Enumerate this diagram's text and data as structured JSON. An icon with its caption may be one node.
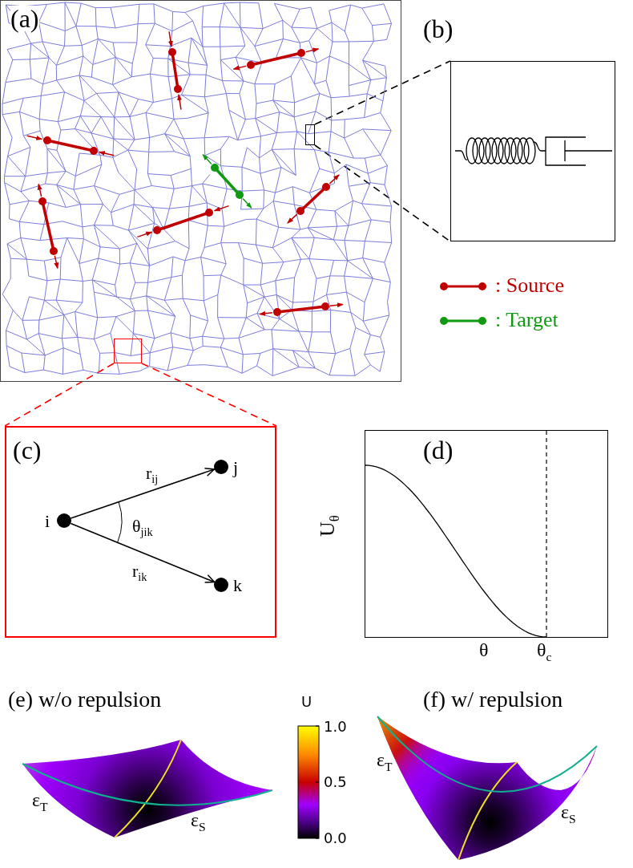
{
  "diagram": {
    "nodes": [
      {
        "text": [
          "(a)"
        ]
      },
      {
        "text": [],
        "shape": "box",
        "in": 0
      },
      {
        "text": [],
        "shape": "box",
        "in": 0
      },
      {
        "text": [
          "(b)"
        ]
      },
      {
        "text": [
          "(c)"
        ]
      },
      {
        "text": [],
        "shape": "circle",
        "beside": [
          "i"
        ],
        "in": 4
      },
      {
        "text": [],
        "shape": "circle",
        "beside": [
          "j"
        ],
        "in": 4
      },
      {
        "text": [],
        "shape": "circle",
        "beside": [
          "k"
        ],
        "in": 4
      },
      {
        "text": [
          "(d)"
        ]
      }
    ],
    "edges": [
      {
        "from": 1,
        "to": 3,
        "arrow": "none",
        "style": "dashed"
      },
      {
        "from": 1,
        "to": 3,
        "arrow": "none",
        "style": "dashed"
      },
      {
        "from": 2,
        "to": 4,
        "arrow": "none",
        "style": "dashed",
        "color": "#ff0000"
      },
      {
        "from": 2,
        "to": 4,
        "arrow": "none",
        "style": "dashed",
        "color": "#ff0000"
      },
      {
        "from": 5,
        "to": 6,
        "arrow": "to",
        "label": "r$_{ij}$"
      },
      {
        "from": 5,
        "to": 7,
        "arrow": "to",
        "label": "r$_{ik}$"
      }
    ],
    "labels": [
      "θ$_{jik}$",
      "U$_{θ}$",
      "θ",
      "θ$_{c}$",
      "(e) w/o repulsion",
      "(f) w/ repulsion",
      "U",
      "1.0",
      "0.5",
      "0.0",
      "ε$_{T}$",
      "ε$_{S}$",
      "ε$_{T}$",
      "ε$_{S}$"
    ],
    "legend": [
      {
        "text": ": Source"
      },
      {
        "text": ": Target"
      }
    ]
  }
}
